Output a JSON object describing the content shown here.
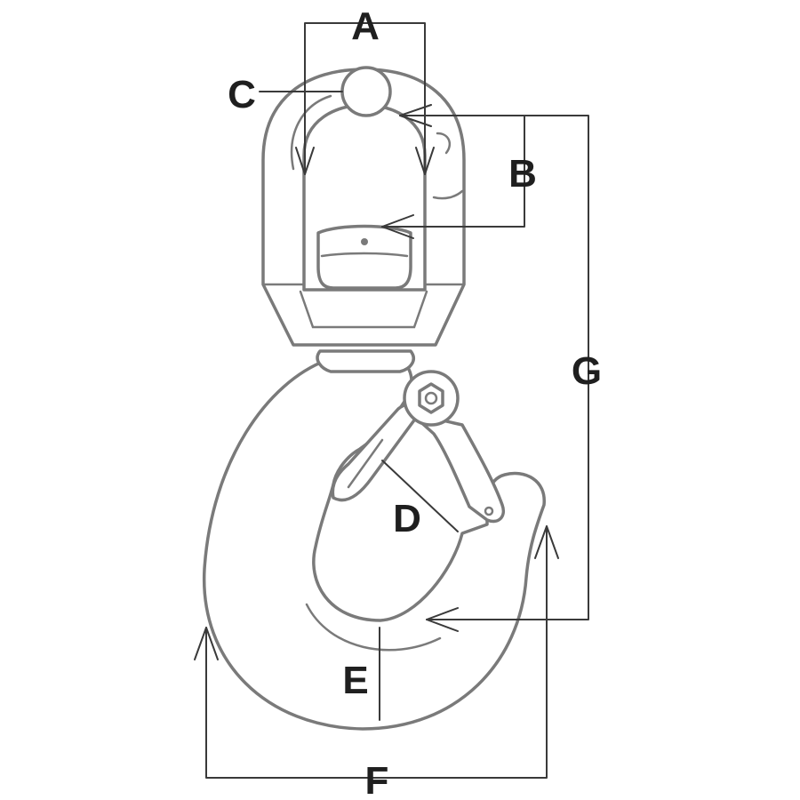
{
  "figure": {
    "labels": {
      "a": "A",
      "b": "B",
      "c": "C",
      "d": "D",
      "e": "E",
      "f": "F",
      "g": "G"
    },
    "colors": {
      "outline": "#7a7a7a",
      "dimension": "#3a3a3a",
      "label": "#1f1f1f",
      "background": "#ffffff"
    }
  }
}
